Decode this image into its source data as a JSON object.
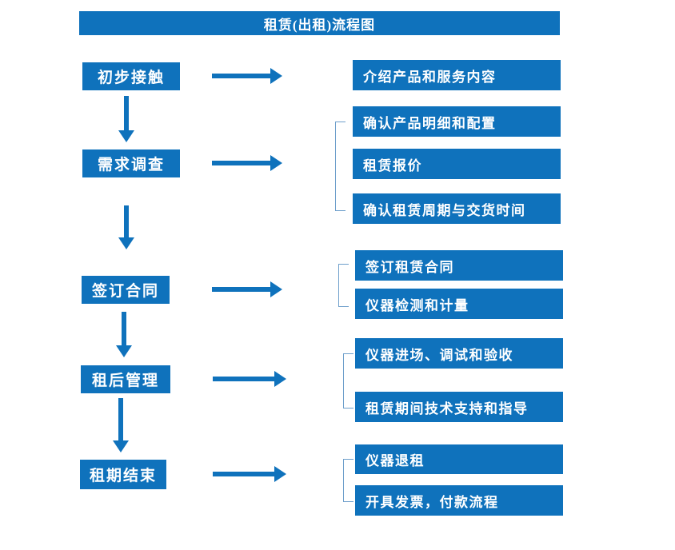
{
  "title": "租赁(出租)流程图",
  "colors": {
    "box_blue": "#0F72BC",
    "bracket_blue": "#6E9FCB",
    "text_white": "#FFFFFF",
    "canvas_background": "#FFFFFF"
  },
  "stages": [
    {
      "label": "初步接触",
      "details": [
        "介绍产品和服务内容"
      ]
    },
    {
      "label": "需求调查",
      "details": [
        "确认产品明细和配置",
        "租赁报价",
        "确认租赁周期与交货时间"
      ]
    },
    {
      "label": "签订合同",
      "details": [
        "签订租赁合同",
        "仪器检测和计量"
      ]
    },
    {
      "label": "租后管理",
      "details": [
        "仪器进场、调试和验收",
        "租赁期间技术支持和指导"
      ]
    },
    {
      "label": "租期结束",
      "details": [
        "仪器退租",
        "开具发票，付款流程"
      ]
    }
  ]
}
